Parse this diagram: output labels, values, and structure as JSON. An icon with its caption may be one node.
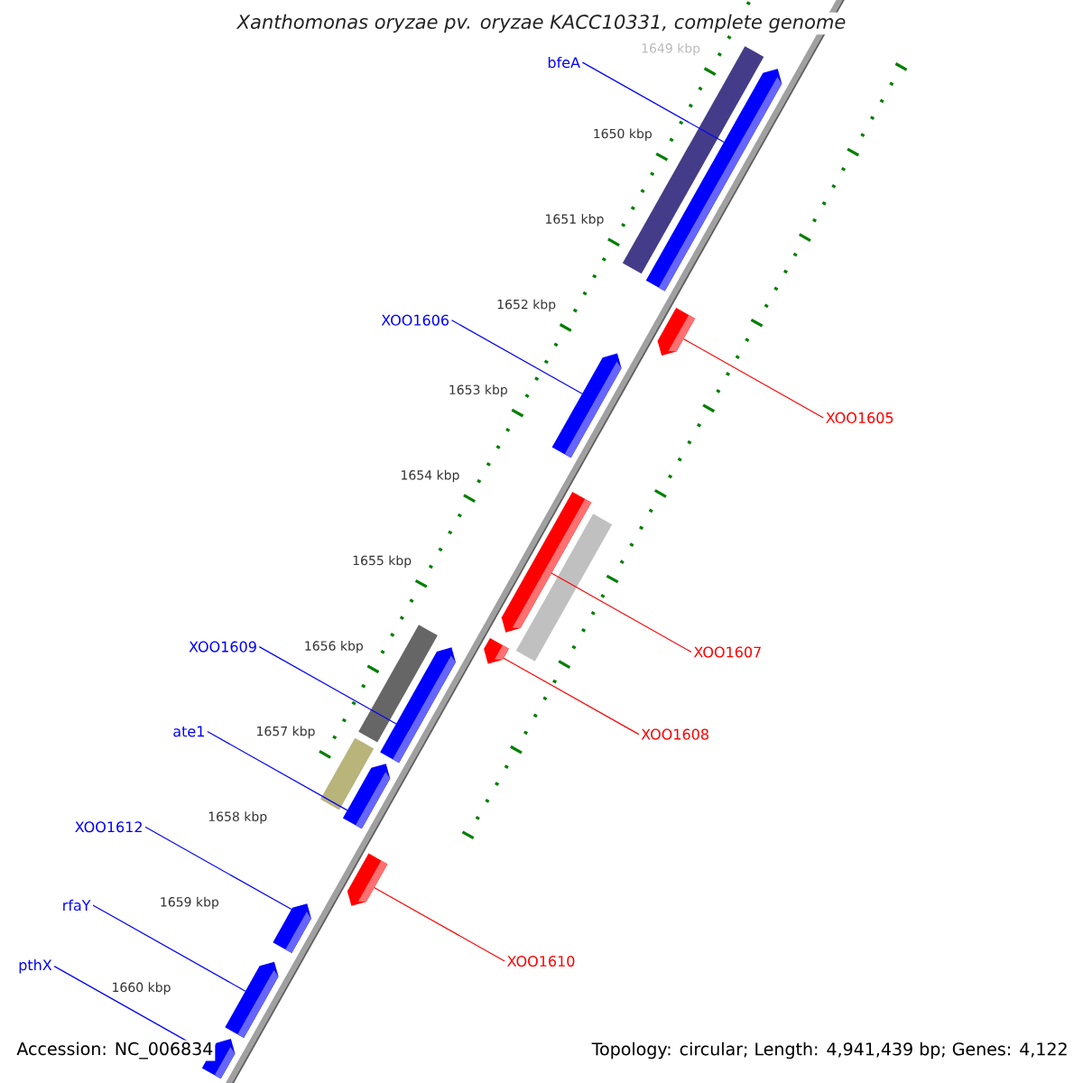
{
  "diagram": {
    "title": "Xanthomonas oryzae pv. oryzae KACC10331, complete genome",
    "nodes": [
      {
        "text": [
          "bfeA"
        ]
      },
      {
        "text": [
          "XOO1606"
        ]
      },
      {
        "text": [
          "XOO1605"
        ]
      },
      {
        "text": [
          "XOO1609"
        ]
      },
      {
        "text": [
          "XOO1607"
        ]
      },
      {
        "text": [
          "ate1"
        ]
      },
      {
        "text": [
          "XOO1608"
        ]
      },
      {
        "text": [
          "XOO1612"
        ]
      },
      {
        "text": [
          "rfaY"
        ]
      },
      {
        "text": [
          "pthX"
        ]
      },
      {
        "text": [
          "XOO1610"
        ]
      },
      {
        "text": [],
        "shape": "bar"
      },
      {
        "text": [],
        "shape": "bar"
      },
      {
        "text": [],
        "shape": "bar"
      },
      {
        "text": [],
        "shape": "bar"
      },
      {
        "text": [],
        "shape": "bar"
      },
      {
        "text": [],
        "shape": "bar"
      },
      {
        "text": [],
        "shape": "bar"
      },
      {
        "text": [],
        "shape": "bar"
      },
      {
        "text": [],
        "shape": "bar"
      },
      {
        "text": [],
        "shape": "bar"
      },
      {
        "text": [],
        "shape": "bar"
      },
      {
        "text": [],
        "shape": "box"
      },
      {
        "text": [],
        "shape": "box"
      },
      {
        "text": [],
        "shape": "box"
      },
      {
        "text": [],
        "shape": "box"
      }
    ],
    "edges": [
      {
        "from": 0,
        "to": 11,
        "arrow": "none"
      },
      {
        "from": 1,
        "to": 12,
        "arrow": "none"
      },
      {
        "from": 2,
        "to": 13,
        "arrow": "none",
        "color": "#ff0000"
      },
      {
        "from": 3,
        "to": 14,
        "arrow": "none"
      },
      {
        "from": 4,
        "to": 15,
        "arrow": "none",
        "color": "#ff0000"
      },
      {
        "from": 5,
        "to": 16,
        "arrow": "none"
      },
      {
        "from": 6,
        "to": 17,
        "arrow": "none",
        "color": "#ff0000"
      },
      {
        "from": 7,
        "to": 18,
        "arrow": "none"
      },
      {
        "from": 8,
        "to": 19,
        "arrow": "none"
      },
      {
        "from": 9,
        "to": 20,
        "arrow": "none"
      },
      {
        "from": 10,
        "to": 21,
        "arrow": "none",
        "color": "#ff0000"
      }
    ],
    "labels": [
      "1649 kbp",
      "1650 kbp",
      "1651 kbp",
      "1652 kbp",
      "1653 kbp",
      "1654 kbp",
      "1655 kbp",
      "1656 kbp",
      "1657 kbp",
      "1658 kbp",
      "1659 kbp",
      "1660 kbp",
      "Accession: NC_006834",
      "Topology: circular; Length: 4,941,439 bp; Genes: 4,122"
    ]
  }
}
